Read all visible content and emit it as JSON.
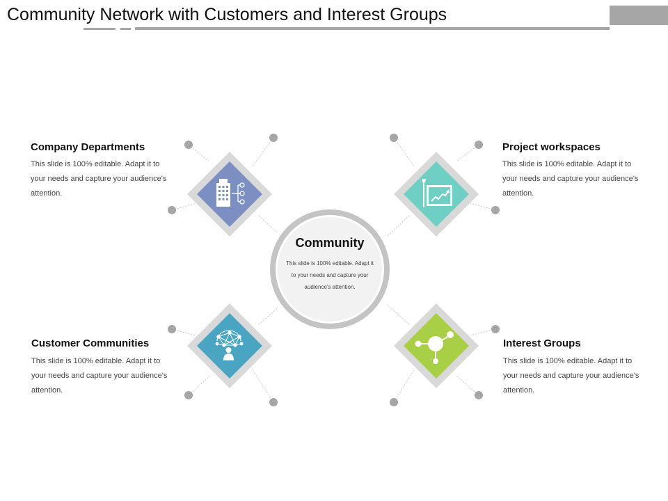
{
  "title": "Community Network with Customers and Interest Groups",
  "center": {
    "title": "Community",
    "description": "This slide is 100% editable. Adapt it to your needs and capture your audience's attention."
  },
  "nodes": [
    {
      "title": "Company Departments",
      "description": "This slide is 100% editable. Adapt it to your needs and capture your audience's attention.",
      "color": "#7b8fc2",
      "icon": "building-org-icon"
    },
    {
      "title": "Project workspaces",
      "description": "This slide is 100% editable. Adapt it to your needs and capture your audience's attention.",
      "color": "#6fcfc5",
      "icon": "growth-chart-icon"
    },
    {
      "title": "Customer Communities",
      "description": "This slide is 100% editable. Adapt it to your needs and capture your audience's attention.",
      "color": "#4aa5c3",
      "icon": "network-person-icon"
    },
    {
      "title": "Interest Groups",
      "description": "This slide is 100% editable. Adapt it to your needs and capture your audience's attention.",
      "color": "#a8cf45",
      "icon": "molecule-network-icon"
    }
  ],
  "colors": {
    "frame": "#d9d9d9",
    "dot": "#a6a6a6",
    "ring": "#c4c4c4",
    "center_fill": "#f2f2f2"
  }
}
